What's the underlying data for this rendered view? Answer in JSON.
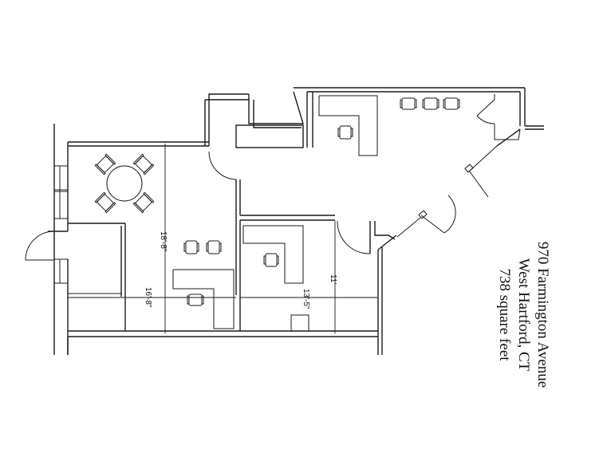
{
  "caption": {
    "address": "970 Farmington Avenue",
    "city": "West Hartford, CT",
    "area": "738 square feet"
  },
  "dimensions": {
    "left_room_height": "18'-8\"",
    "left_room_width": "16'-8\"",
    "office_width": "13'-5\"",
    "office_height": "11'"
  },
  "colors": {
    "line": "#1a1a1a",
    "background": "#ffffff"
  }
}
